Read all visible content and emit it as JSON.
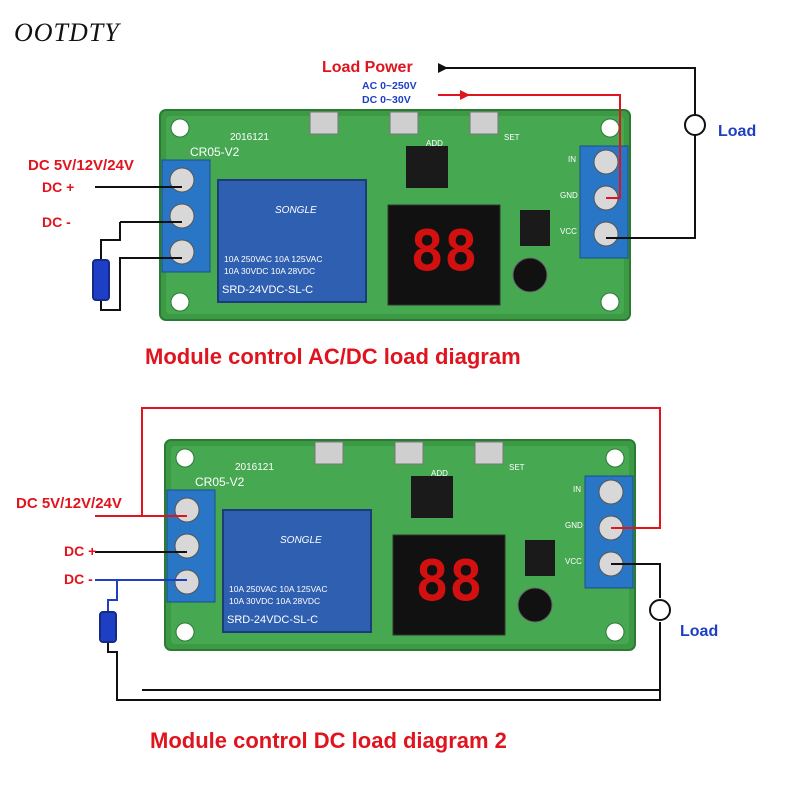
{
  "brand": "OOTDTY",
  "diagram1": {
    "title": "Module control AC/DC load diagram",
    "load_power_label": "Load Power",
    "ac_range": "AC 0~250V",
    "dc_range": "DC 0~30V",
    "load_label": "Load",
    "supply_label": "DC 5V/12V/24V",
    "dc_plus": "DC +",
    "dc_minus": "DC -"
  },
  "diagram2": {
    "title": "Module control DC load diagram 2",
    "supply_label": "DC 5V/12V/24V",
    "dc_plus": "DC +",
    "dc_minus": "DC -",
    "load_label": "Load"
  },
  "board": {
    "model": "CR05-V2",
    "date_code": "2016121",
    "relay_brand": "SONGLE",
    "relay_rating1": "10A 250VAC  10A 125VAC",
    "relay_rating2": "10A  30VDC  10A 28VDC",
    "relay_model": "SRD-24VDC-SL-C",
    "terminal_in": "IN",
    "terminal_gnd": "GND",
    "terminal_vcc": "VCC",
    "btn_add": "ADD",
    "btn_set": "SET"
  },
  "colors": {
    "red": "#e0141e",
    "blue": "#1e3fc4",
    "pcb": "#3c9a45",
    "relay": "#2f5fb0",
    "terminal": "#2a76c6"
  }
}
